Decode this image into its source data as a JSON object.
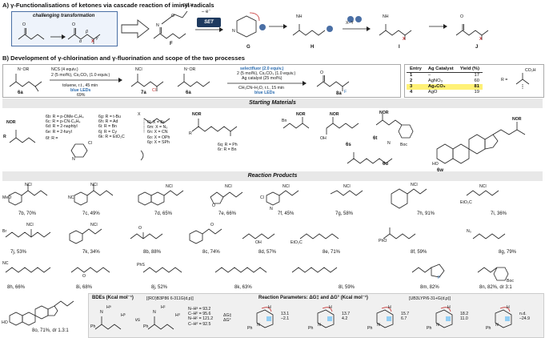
{
  "panel_a": {
    "title": "A) γ-Functionalisations of ketones via cascade reaction of iminyl radicals",
    "challenge_label": "challenging transformation",
    "set_label": "SET",
    "minus_e": "– e⁻",
    "xy_label": "X–Y",
    "compound_labels": [
      "F",
      "G",
      "H",
      "I",
      "J"
    ],
    "atom_labels": [
      "O",
      "α",
      "β",
      "γ",
      "X",
      "R",
      "N",
      "NH",
      "CO₂H"
    ]
  },
  "panel_b": {
    "title": "B) Development of γ-chlorination and γ-fluorination and scope of the two processes",
    "chlorination": {
      "reagent": "NCS (4 equiv.)",
      "catalyst": "2 (5 mol%), Cs₂CO₃ (1.0 equiv.)",
      "conditions": "toluene, r.t., 45 min",
      "light": "blue LEDs",
      "yield": "69%",
      "sm": "6a",
      "product": "7a"
    },
    "fluorination": {
      "reagent": "selectfluor (2.0 equiv.)",
      "catalyst": "2 (5 mol%), Cs₂CO₃ (1.0 equiv.)",
      "silver": "Ag catalyst (25 mol%)",
      "conditions": "CH₃CN–H₂O, r.t., 15 min",
      "light": "blue LEDs",
      "sm": "6a",
      "product": "8a"
    },
    "table": {
      "headers": [
        "Entry",
        "Ag Catalyst",
        "Yield (%)"
      ],
      "rows": [
        [
          "1",
          "–",
          "17"
        ],
        [
          "2",
          "AgNO₃",
          "60"
        ],
        [
          "3",
          "Ag₂CO₃",
          "81"
        ],
        [
          "4",
          "AgO",
          "19"
        ]
      ],
      "r_label": "R ="
    }
  },
  "starting_materials": {
    "header": "Starting Materials",
    "list1": [
      "6b: R = p-OMe-C₆H₄",
      "6c: R = p-CN-C₆H₄",
      "6d: R = 2-naphtyl",
      "6e: R = 2-furyl",
      "6f: R ="
    ],
    "list2": [
      "6g: R = t-Bu",
      "6h: R = Ad",
      "6i: R = Bn",
      "6j: R = Cy",
      "6k: R = EtO₂C"
    ],
    "list3": [
      "6l: X = Br",
      "6m: X = N₃",
      "6n: X = CN",
      "6o: X = OPh",
      "6p: X = SPh"
    ],
    "list4": [
      "6q: R = Ph",
      "6r: R = Bn"
    ],
    "singles": [
      "6s",
      "6t",
      "6u",
      "6w"
    ],
    "labels": [
      "NOR",
      "OH",
      "N",
      "Boc",
      "Bn",
      "Cl",
      "X",
      "R",
      "H",
      "HO"
    ]
  },
  "products": {
    "header": "Reaction Products",
    "row1": [
      "7b, 70%",
      "7c, 49%",
      "7d, 65%",
      "7e, 66%",
      "7f, 45%",
      "7g, 58%",
      "7h, 91%",
      "7i, 36%"
    ],
    "row2": [
      "7j, 53%",
      "7k, 34%",
      "8b, 88%",
      "8c, 74%",
      "8d, 57%",
      "8e, 71%",
      "8f, 59%",
      "8g, 79%"
    ],
    "row3": [
      "8h, 66%",
      "8i, 68%",
      "8j, 52%",
      "8k, 63%",
      "8l, 59%",
      "8m, 82%",
      "8n, 82%, dr 3:1"
    ],
    "row4": [
      "8o, 71%, dr 1.3:1"
    ],
    "atom_labels": [
      "NCl",
      "Cl",
      "F",
      "O",
      "MeO",
      "NC",
      "N",
      "Br",
      "N₃",
      "PhO",
      "PhS",
      "OH",
      "EtO₂C",
      "Boc"
    ]
  },
  "bde": {
    "title": "BDEs (Kcal mol⁻¹)",
    "method": "[(RO)B3P86 6-311G(d,p)]",
    "vs": "vs",
    "values": [
      "N–Hᵃ = 93.2",
      "C–Hᵇ = 95.6",
      "N–Hᶜ = 121.2",
      "C–Hᵈ = 92.5"
    ],
    "legend": [
      "ΔG‡",
      "ΔG°"
    ],
    "labels": [
      "Hᵃ",
      "Hᵇ",
      "Hᶜ",
      "Hᵈ",
      "N",
      "Ph"
    ]
  },
  "params": {
    "title": "Reaction Parameters: ΔG‡ and ΔG° (Kcal mol⁻¹)",
    "method": "[UB3LYP/6-31+G(d,p)]",
    "pairs": [
      [
        "13.1",
        "–2.1"
      ],
      [
        "13.7",
        "4.2"
      ],
      [
        "15.7",
        "6.7"
      ],
      [
        "18.2",
        "11.0"
      ],
      [
        "n.d.",
        "–24.9"
      ]
    ],
    "labels": [
      "Ph",
      "N",
      "H"
    ]
  }
}
